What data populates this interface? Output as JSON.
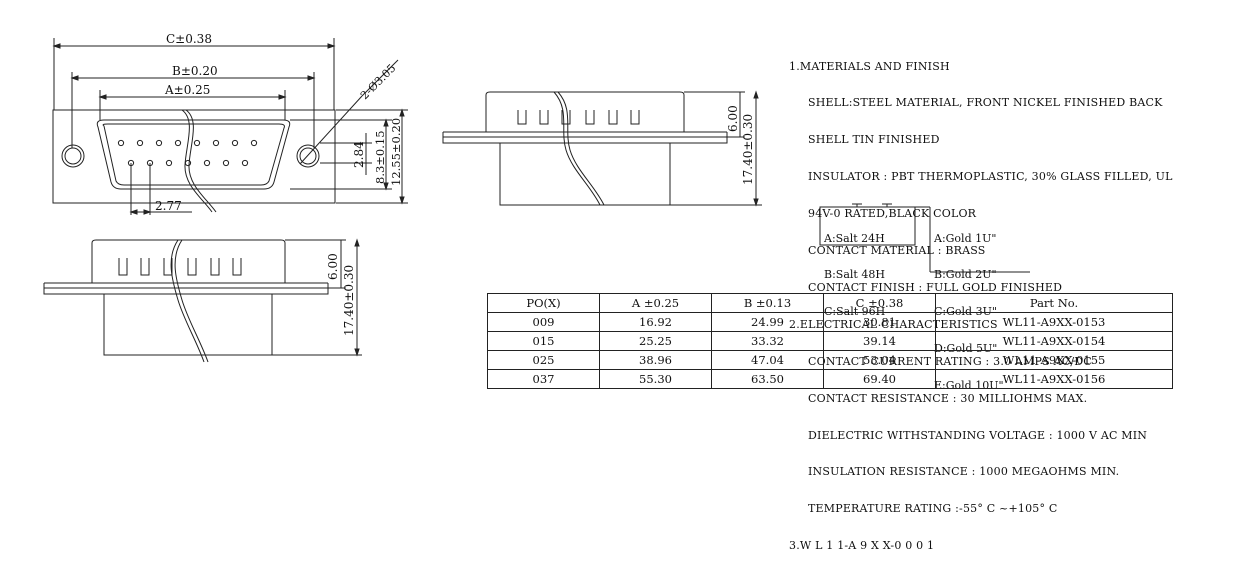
{
  "drawing": {
    "front_view": {
      "dim_c": "C±0.38",
      "dim_b": "B±0.20",
      "dim_a": "A±0.25",
      "dim_hole": "2-Ø3.05",
      "dim_284": "2.84",
      "dim_83": "8.3±0.15",
      "dim_1255": "12.55±0.20",
      "dim_277": "2.77"
    },
    "side_view_top": {
      "dim_600": "6.00",
      "dim_1740": "17.40±0.30"
    },
    "side_view_bottom": {
      "dim_600": "6.00",
      "dim_1740": "17.40±0.30"
    }
  },
  "notes": {
    "h1": "1.MATERIALS AND FINISH",
    "l1": "SHELL:STEEL MATERIAL, FRONT NICKEL FINISHED BACK",
    "l2": "SHELL TIN FINISHED",
    "l3": "INSULATOR : PBT THERMOPLASTIC, 30% GLASS FILLED, UL",
    "l4": "94V-0 RATED,BLACK COLOR",
    "l5": "CONTACT MATERIAL : BRASS",
    "l6": "CONTACT FINISH : FULL GOLD FINISHED",
    "h2": "2.ELECTRICAL CHARACTERISTICS",
    "l7": "CONTACT CURRENT RATING : 3.0 AMPS AC/DC",
    "l8": "CONTACT RESISTANCE : 30 MILLIOHMS MAX.",
    "l9": "DIELECTRIC WITHSTANDING VOLTAGE : 1000 V AC MIN",
    "l10": "INSULATION RESISTANCE : 1000 MEGAOHMS MIN.",
    "l11": "TEMPERATURE RATING :-55° C ~+105° C",
    "h3": "3.W L 1 1-A 9 X X-0 0 0 1",
    "salt": [
      "A:Salt 24H",
      "B:Salt 48H",
      "C:Salt 96H"
    ],
    "gold": [
      "A:Gold 1U\"",
      "B:Gold 2U\"",
      "C:Gold 3U\"",
      "D:Gold 5U\"",
      "E:Gold 10U\""
    ]
  },
  "table": {
    "headers": [
      "PO(X)",
      "A ±0.25",
      "B ±0.13",
      "C ±0.38",
      "Part  No."
    ],
    "rows": [
      [
        "009",
        "16.92",
        "24.99",
        "30.81",
        "WL11-A9XX-0153"
      ],
      [
        "015",
        "25.25",
        "33.32",
        "39.14",
        "WL11-A9XX-0154"
      ],
      [
        "025",
        "38.96",
        "47.04",
        "53.04",
        "WL11-A9XX-0155"
      ],
      [
        "037",
        "55.30",
        "63.50",
        "69.40",
        "WL11-A9XX-0156"
      ]
    ]
  }
}
